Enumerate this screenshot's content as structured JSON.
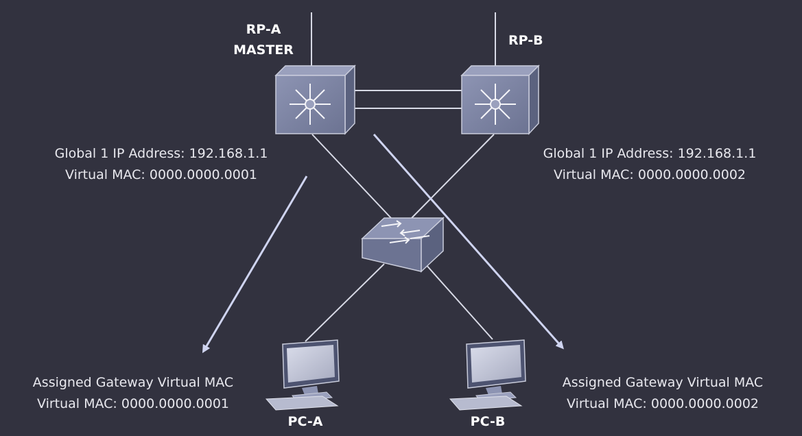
{
  "routers": {
    "rp_a": {
      "name": "RP-A",
      "role": "MASTER",
      "info_line1": "Global 1 IP Address: 192.168.1.1",
      "info_line2": "Virtual MAC: 0000.0000.0001"
    },
    "rp_b": {
      "name": "RP-B",
      "info_line1": "Global 1 IP Address: 192.168.1.1",
      "info_line2": "Virtual MAC: 0000.0000.0002"
    }
  },
  "hosts": {
    "pc_a": {
      "name": "PC-A",
      "gateway_line1": "Assigned Gateway Virtual MAC",
      "gateway_line2": "Virtual MAC: 0000.0000.0001"
    },
    "pc_b": {
      "name": "PC-B",
      "gateway_line1": "Assigned Gateway Virtual MAC",
      "gateway_line2": "Virtual MAC: 0000.0000.0002"
    }
  },
  "colors": {
    "background": "#32323f",
    "line": "#d8dae6",
    "arrow": "#cfd4f0",
    "device_face": "#7e86a6",
    "device_side": "#5b627f"
  }
}
